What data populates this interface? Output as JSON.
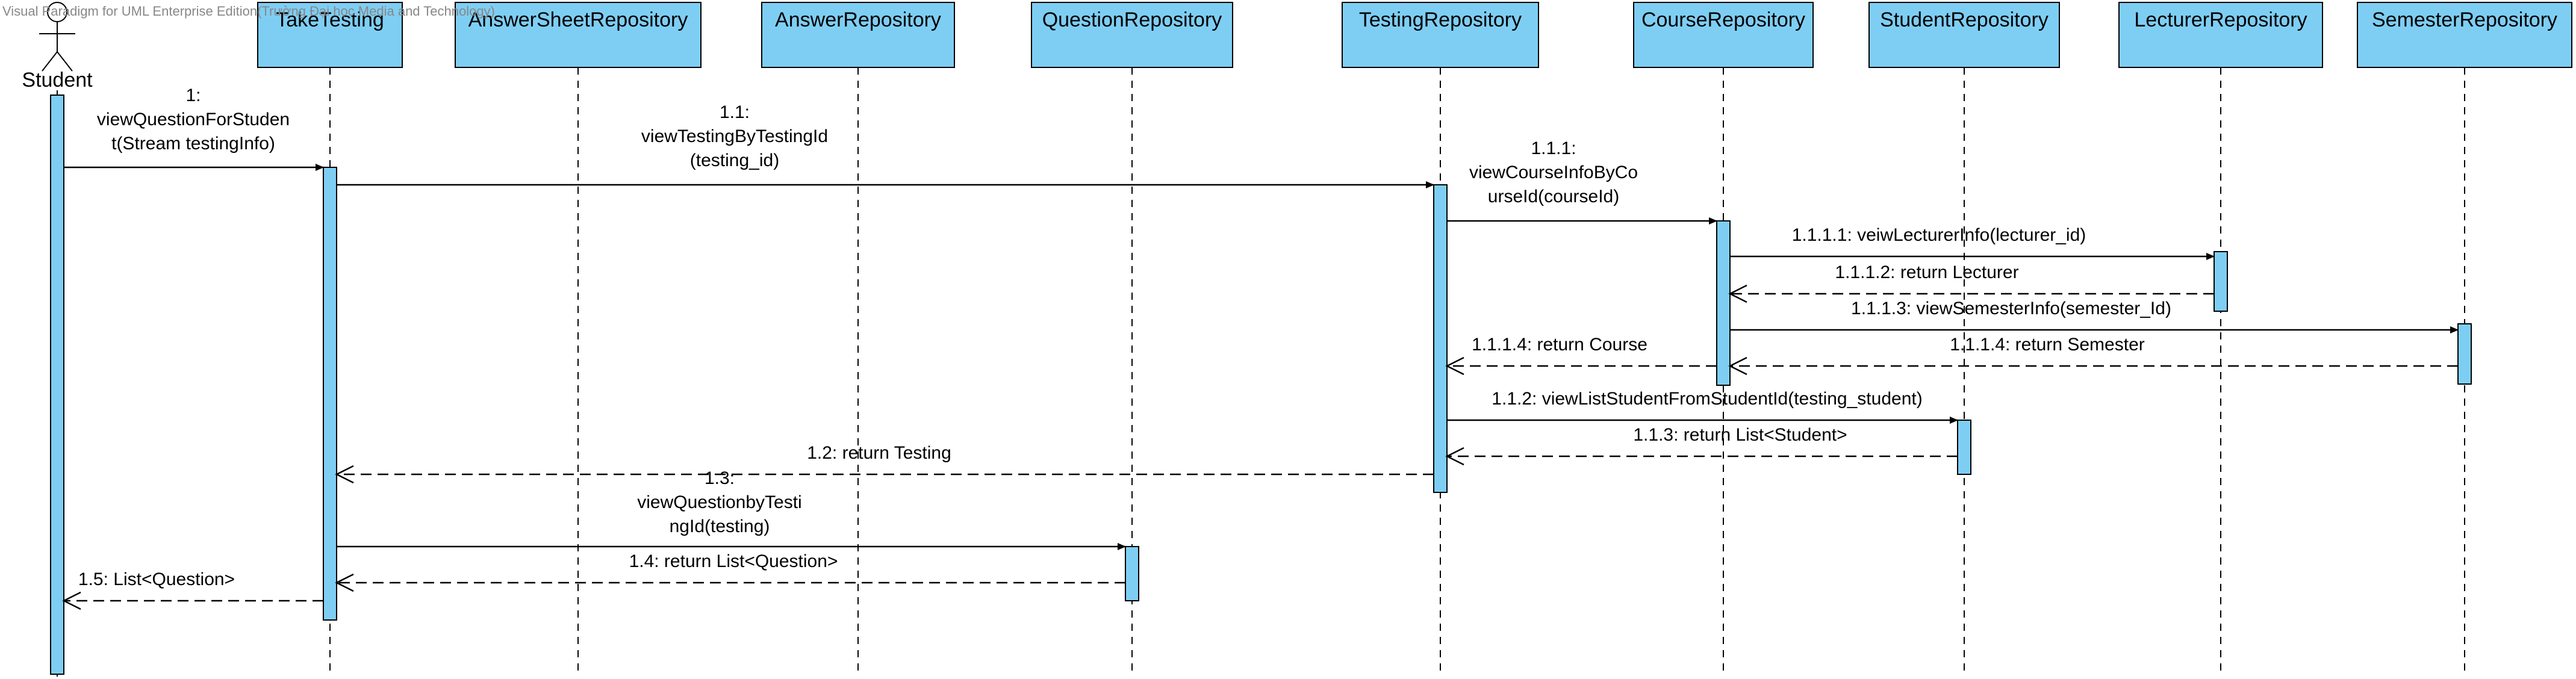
{
  "watermark": "Visual Paradigm for UML Enterprise Edition(Trường Đại học Media and Technology)",
  "colors": {
    "box_fill": "#7ecef4",
    "stroke": "#000000"
  },
  "actor": {
    "name": "Student",
    "icon": "stick-figure-icon"
  },
  "lifelines": [
    {
      "id": "TakeTesting",
      "label": "TakeTesting"
    },
    {
      "id": "AnswerSheetRepository",
      "label": "AnswerSheetRepository"
    },
    {
      "id": "AnswerRepository",
      "label": "AnswerRepository"
    },
    {
      "id": "QuestionRepository",
      "label": "QuestionRepository"
    },
    {
      "id": "TestingRepository",
      "label": "TestingRepository"
    },
    {
      "id": "CourseRepository",
      "label": "CourseRepository"
    },
    {
      "id": "StudentRepository",
      "label": "StudentRepository"
    },
    {
      "id": "LecturerRepository",
      "label": "LecturerRepository"
    },
    {
      "id": "SemesterRepository",
      "label": "SemesterRepository"
    }
  ],
  "messages": [
    {
      "from": "Student",
      "to": "TakeTesting",
      "kind": "call",
      "lines": [
        "1:",
        "viewQuestionForStuden",
        "t(Stream testingInfo)"
      ]
    },
    {
      "from": "TakeTesting",
      "to": "TestingRepository",
      "kind": "call",
      "lines": [
        "1.1:",
        "viewTestingByTestingId",
        "(testing_id)"
      ]
    },
    {
      "from": "TestingRepository",
      "to": "CourseRepository",
      "kind": "call",
      "lines": [
        "1.1.1:",
        "viewCourseInfoByCo",
        "urseId(courseId)"
      ]
    },
    {
      "from": "CourseRepository",
      "to": "LecturerRepository",
      "kind": "call",
      "lines": [
        "1.1.1.1: veiwLecturerInfo(lecturer_id)"
      ]
    },
    {
      "from": "LecturerRepository",
      "to": "CourseRepository",
      "kind": "return",
      "lines": [
        "1.1.1.2: return Lecturer"
      ]
    },
    {
      "from": "CourseRepository",
      "to": "SemesterRepository",
      "kind": "call",
      "lines": [
        "1.1.1.3: viewSemesterInfo(semester_Id)"
      ]
    },
    {
      "from": "SemesterRepository",
      "to": "CourseRepository",
      "kind": "return",
      "lines": [
        "1.1.1.4: return Semester"
      ]
    },
    {
      "from": "CourseRepository",
      "to": "TestingRepository",
      "kind": "return",
      "lines": [
        "1.1.1.4: return Course"
      ]
    },
    {
      "from": "TestingRepository",
      "to": "StudentRepository",
      "kind": "call",
      "lines": [
        "1.1.2: viewListStudentFromStudentId(testing_student)"
      ]
    },
    {
      "from": "StudentRepository",
      "to": "TestingRepository",
      "kind": "return",
      "lines": [
        "1.1.3: return List<Student>"
      ]
    },
    {
      "from": "TestingRepository",
      "to": "TakeTesting",
      "kind": "return",
      "lines": [
        "1.2: return Testing"
      ]
    },
    {
      "from": "TakeTesting",
      "to": "QuestionRepository",
      "kind": "call",
      "lines": [
        "1.3:",
        "viewQuestionbyTesti",
        "ngId(testing)"
      ]
    },
    {
      "from": "QuestionRepository",
      "to": "TakeTesting",
      "kind": "return",
      "lines": [
        "1.4: return List<Question>"
      ]
    },
    {
      "from": "TakeTesting",
      "to": "Student",
      "kind": "return",
      "lines": [
        "1.5: List<Question>"
      ]
    }
  ]
}
